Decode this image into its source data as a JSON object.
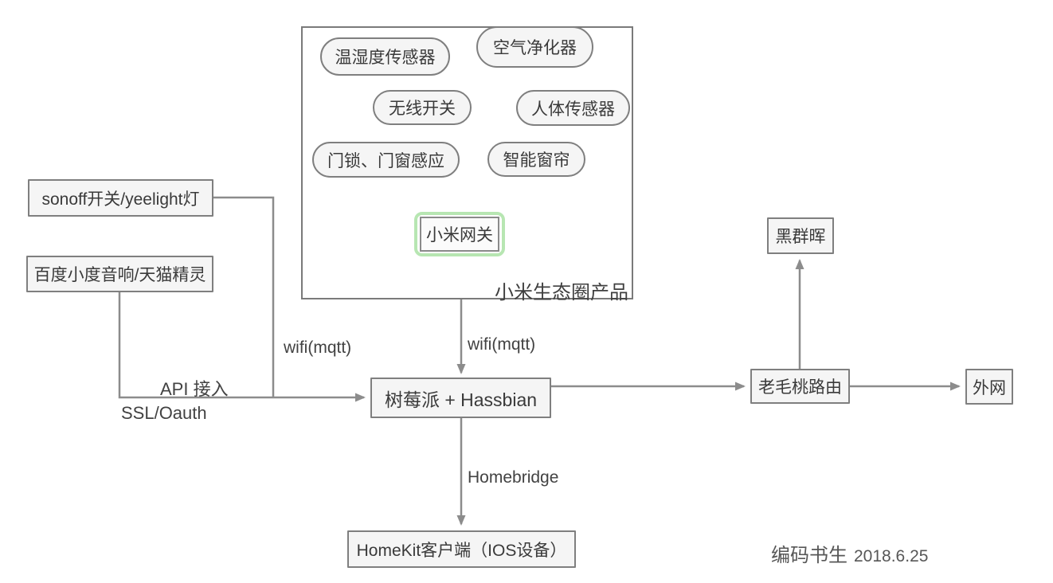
{
  "diagram": {
    "type": "architecture-flowchart",
    "background": "#ffffff",
    "colors": {
      "line": "#8c8c8c",
      "box_border": "#7f7f7f",
      "box_fill": "#f5f5f5",
      "text": "#3a3a3a",
      "gateway_highlight": "#b7e6b2"
    }
  },
  "ecosystem": {
    "caption": "小米生态圈产品",
    "pills": [
      {
        "label": "温湿度传感器"
      },
      {
        "label": "空气净化器"
      },
      {
        "label": "无线开关"
      },
      {
        "label": "人体传感器"
      },
      {
        "label": "门锁、门窗感应"
      },
      {
        "label": "智能窗帘"
      }
    ],
    "gateway": {
      "label": "小米网关"
    }
  },
  "nodes": {
    "sonoff": {
      "label": "sonoff开关/yeelight灯"
    },
    "baidu": {
      "label": "百度小度音响/天猫精灵"
    },
    "pi": {
      "label": "树莓派 + Hassbian"
    },
    "router": {
      "label": "老毛桃路由"
    },
    "nas": {
      "label": "黑群晖"
    },
    "wan": {
      "label": "外网"
    },
    "homekit": {
      "label": "HomeKit客户端（IOS设备）"
    }
  },
  "edge_labels": {
    "wifi_mqtt_left": "wifi(mqtt)",
    "wifi_mqtt_center": "wifi(mqtt)",
    "api_access": "API 接入",
    "ssl_oauth": "SSL/Oauth",
    "homebridge": "Homebridge"
  },
  "signature": {
    "author": "编码书生",
    "date": "2018.6.25"
  }
}
